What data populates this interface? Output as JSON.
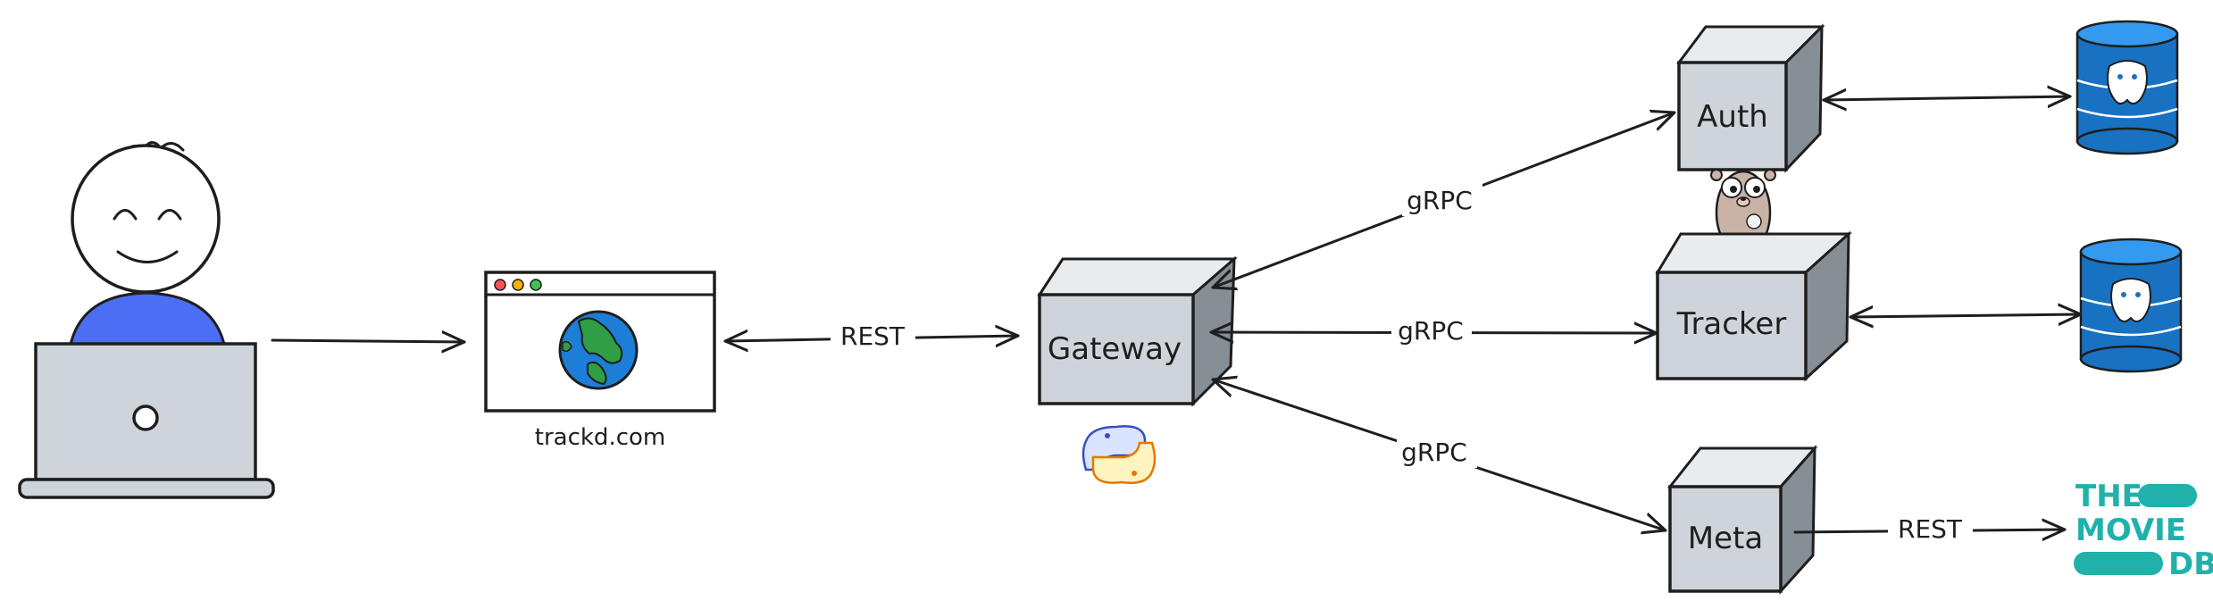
{
  "browser": {
    "url": "trackd.com"
  },
  "services": {
    "gateway": "Gateway",
    "auth": "Auth",
    "tracker": "Tracker",
    "meta": "Meta"
  },
  "connections": {
    "browser_gateway": "REST",
    "gateway_auth": "gRPC",
    "gateway_tracker": "gRPC",
    "gateway_meta": "gRPC",
    "meta_tmdb": "REST"
  },
  "tmdb_logo": {
    "line1": "THE",
    "line2": "MOVIE",
    "line3": "DB"
  },
  "colors": {
    "cube_front": "#ced4da",
    "cube_top": "#e9ecef",
    "cube_side": "#868e96",
    "user_shirt": "#4c6ef5",
    "postgres_blue": "#1971c2",
    "globe_blue": "#1c7ed6",
    "globe_green": "#2f9e44",
    "tmdb_teal": "#20b2aa"
  },
  "icons": [
    "user-icon",
    "laptop-icon",
    "browser-icon",
    "globe-icon",
    "python-icon",
    "gopher-icon",
    "postgres-icon",
    "tmdb-logo"
  ]
}
